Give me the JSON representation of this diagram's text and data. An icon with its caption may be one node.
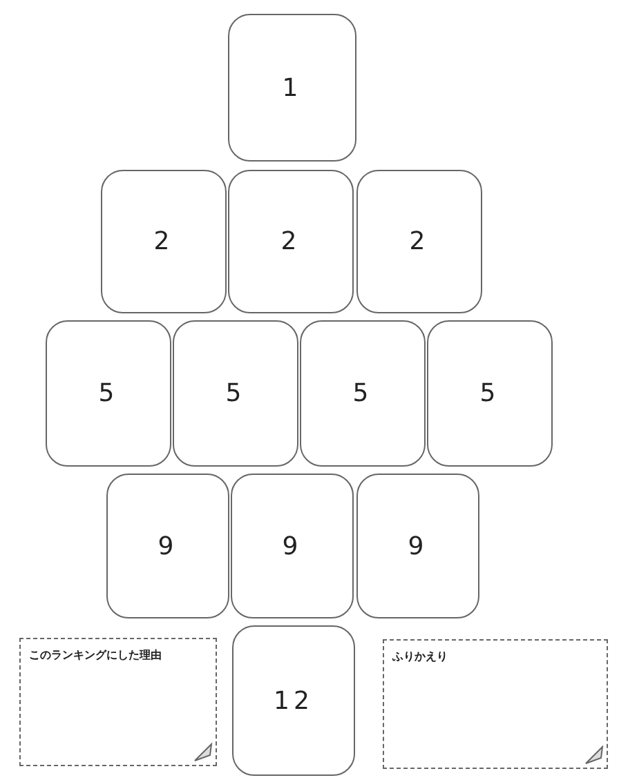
{
  "diagram": {
    "nodes": [
      {
        "text": [
          "1"
        ]
      },
      {
        "text": [
          "2"
        ]
      },
      {
        "text": [
          "2"
        ]
      },
      {
        "text": [
          "2"
        ]
      },
      {
        "text": [
          "5"
        ]
      },
      {
        "text": [
          "5"
        ]
      },
      {
        "text": [
          "5"
        ]
      },
      {
        "text": [
          "5"
        ]
      },
      {
        "text": [
          "9"
        ]
      },
      {
        "text": [
          "9"
        ]
      },
      {
        "text": [
          "9"
        ]
      },
      {
        "text": [
          "このランキングにした理由"
        ]
      },
      {
        "text": [
          "12"
        ]
      },
      {
        "text": [
          "ふりかえり"
        ]
      }
    ]
  }
}
